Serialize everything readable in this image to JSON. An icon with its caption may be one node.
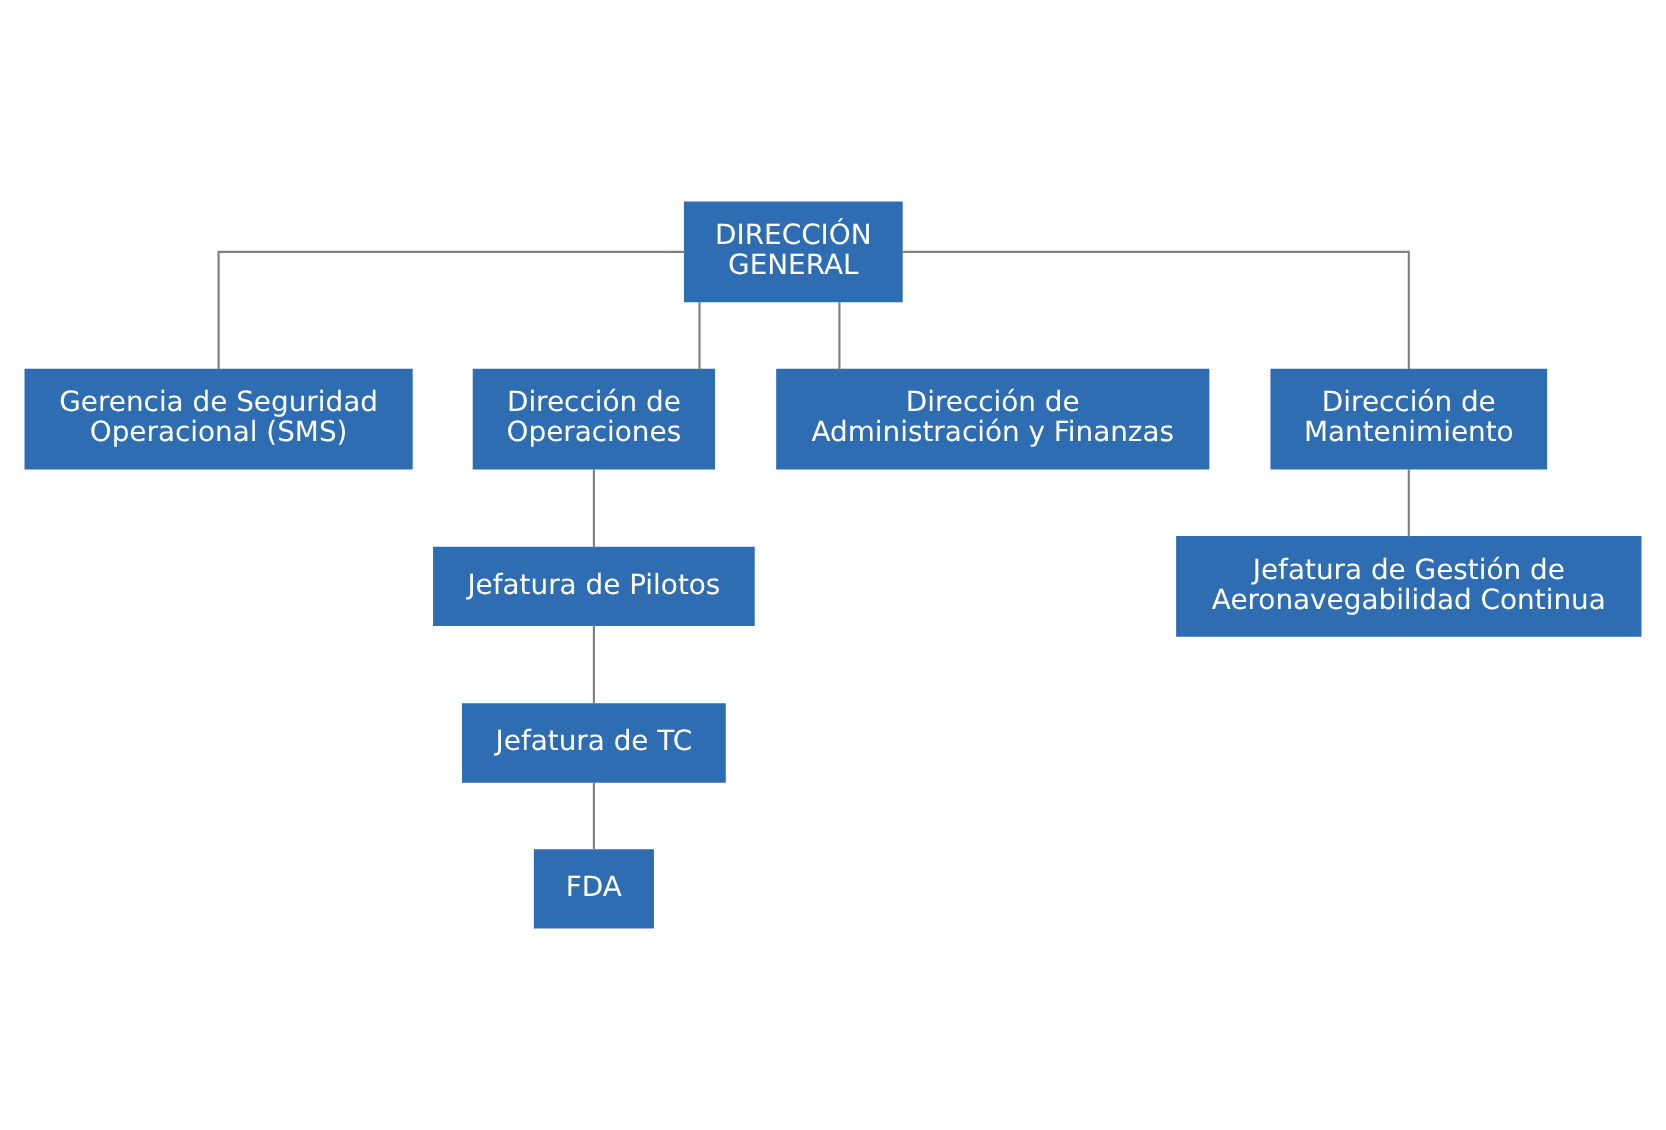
{
  "diagram": {
    "nodes": [
      {
        "text": [
          "DIRECCIÓN GENERAL"
        ]
      },
      {
        "text": [
          "Gerencia de Seguridad Operacional (SMS)"
        ]
      },
      {
        "text": [
          "Dirección de Operaciones"
        ]
      },
      {
        "text": [
          "Dirección de Administración y Finanzas"
        ]
      },
      {
        "text": [
          "Dirección de Mantenimiento"
        ]
      },
      {
        "text": [
          "Jefatura de Pilotos"
        ]
      },
      {
        "text": [
          "Jefatura de TC"
        ]
      },
      {
        "text": [
          "FDA"
        ]
      },
      {
        "text": [
          "Jefatura de Gestión de Aeronavegabilidad Continua"
        ]
      }
    ],
    "edges": [
      {
        "from": 0,
        "to": 1,
        "arrow": "none"
      },
      {
        "from": 0,
        "to": 2,
        "arrow": "none"
      },
      {
        "from": 0,
        "to": 3,
        "arrow": "none"
      },
      {
        "from": 0,
        "to": 4,
        "arrow": "none"
      },
      {
        "from": 2,
        "to": 5,
        "arrow": "none"
      },
      {
        "from": 5,
        "to": 6,
        "arrow": "none"
      },
      {
        "from": 6,
        "to": 7,
        "arrow": "none"
      },
      {
        "from": 4,
        "to": 8,
        "arrow": "none"
      }
    ]
  }
}
